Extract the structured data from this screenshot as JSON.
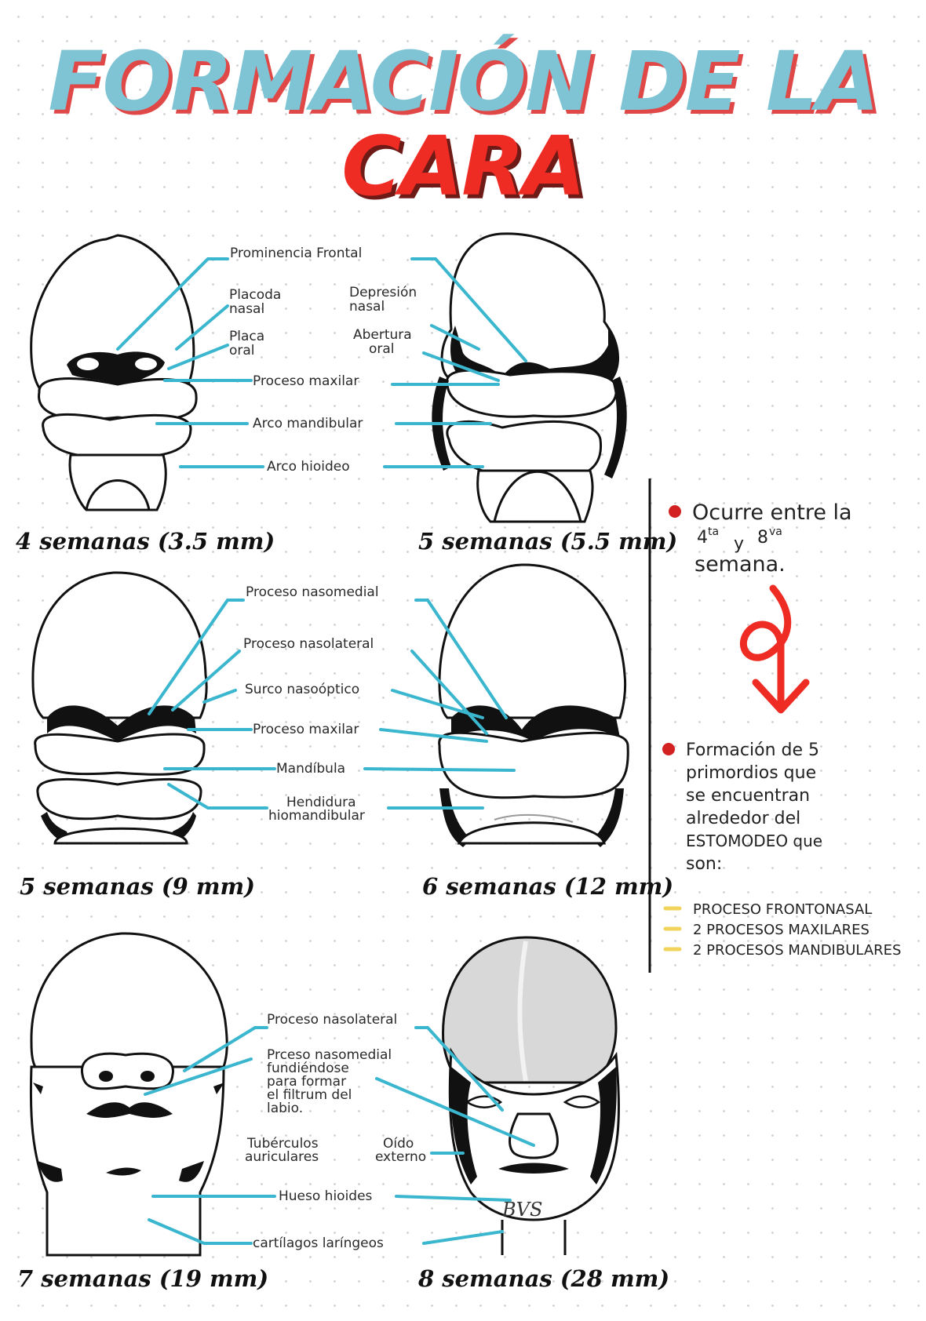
{
  "title": {
    "line1": "FORMACIÓN DE LA",
    "line2": "CARA"
  },
  "colors": {
    "title_blue": "#7ec4d4",
    "title_red": "#ee2c24",
    "leader_lines": "#3bb6cf",
    "bullet_red": "#d32020",
    "dash_yellow": "#f2d45c"
  },
  "stages": [
    {
      "caption": "4 semanas (3.5 mm)"
    },
    {
      "caption": "5 semanas (5.5 mm)"
    },
    {
      "caption": "5 semanas (9 mm)"
    },
    {
      "caption": "6 semanas (12 mm)"
    },
    {
      "caption": "7 semanas (19 mm)"
    },
    {
      "caption": "8 semanas (28 mm)"
    }
  ],
  "labels_row1": {
    "prominencia_frontal": "Prominencia Frontal",
    "placoda_nasal_1": "Placoda",
    "placoda_nasal_2": "nasal",
    "depresion_nasal_1": "Depresión",
    "depresion_nasal_2": "nasal",
    "placa_oral_1": "Placa",
    "placa_oral_2": "oral",
    "abertura_oral_1": "Abertura",
    "abertura_oral_2": "oral",
    "proceso_maxilar": "Proceso maxilar",
    "arco_mandibular": "Arco mandibular",
    "arco_hioideo": "Arco hioideo"
  },
  "labels_row2": {
    "proceso_nasomedial": "Proceso nasomedial",
    "proceso_nasolateral": "Proceso nasolateral",
    "surco_nasooptico": "Surco nasoóptico",
    "proceso_maxilar": "Proceso maxilar",
    "mandibula": "Mandíbula",
    "hendidura_1": "Hendidura",
    "hendidura_2": "hiomandibular"
  },
  "labels_row3": {
    "proceso_nasolateral": "Proceso nasolateral",
    "nasomedial_1": "Prceso nasomedial",
    "nasomedial_2": "fundiéndose",
    "nasomedial_3": "para formar",
    "nasomedial_4": "el filtrum del",
    "nasomedial_5": "labio.",
    "tuberculos_1": "Tubérculos",
    "tuberculos_2": "auriculares",
    "oido_1": "Oído",
    "oido_2": "externo",
    "hueso_hioides": "Hueso hioides",
    "cartilagos": "cartílagos laríngeos"
  },
  "sidebar": {
    "note1_line1": "Ocurre entre la",
    "note1_sup1": "ta",
    "note1_sup2": "va",
    "note1_num1": "4",
    "note1_y": "y",
    "note1_num2": "8",
    "note1_line3": "semana.",
    "note2_lines": [
      "Formación de 5",
      "primordios que",
      "se encuentran",
      "alrededor del",
      "ESTOMODEO que",
      "son:"
    ],
    "list": [
      "PROCESO FRONTONASAL",
      "2 PROCESOS MAXILARES",
      "2 PROCESOS MANDIBULARES"
    ]
  },
  "signature": "BVS"
}
